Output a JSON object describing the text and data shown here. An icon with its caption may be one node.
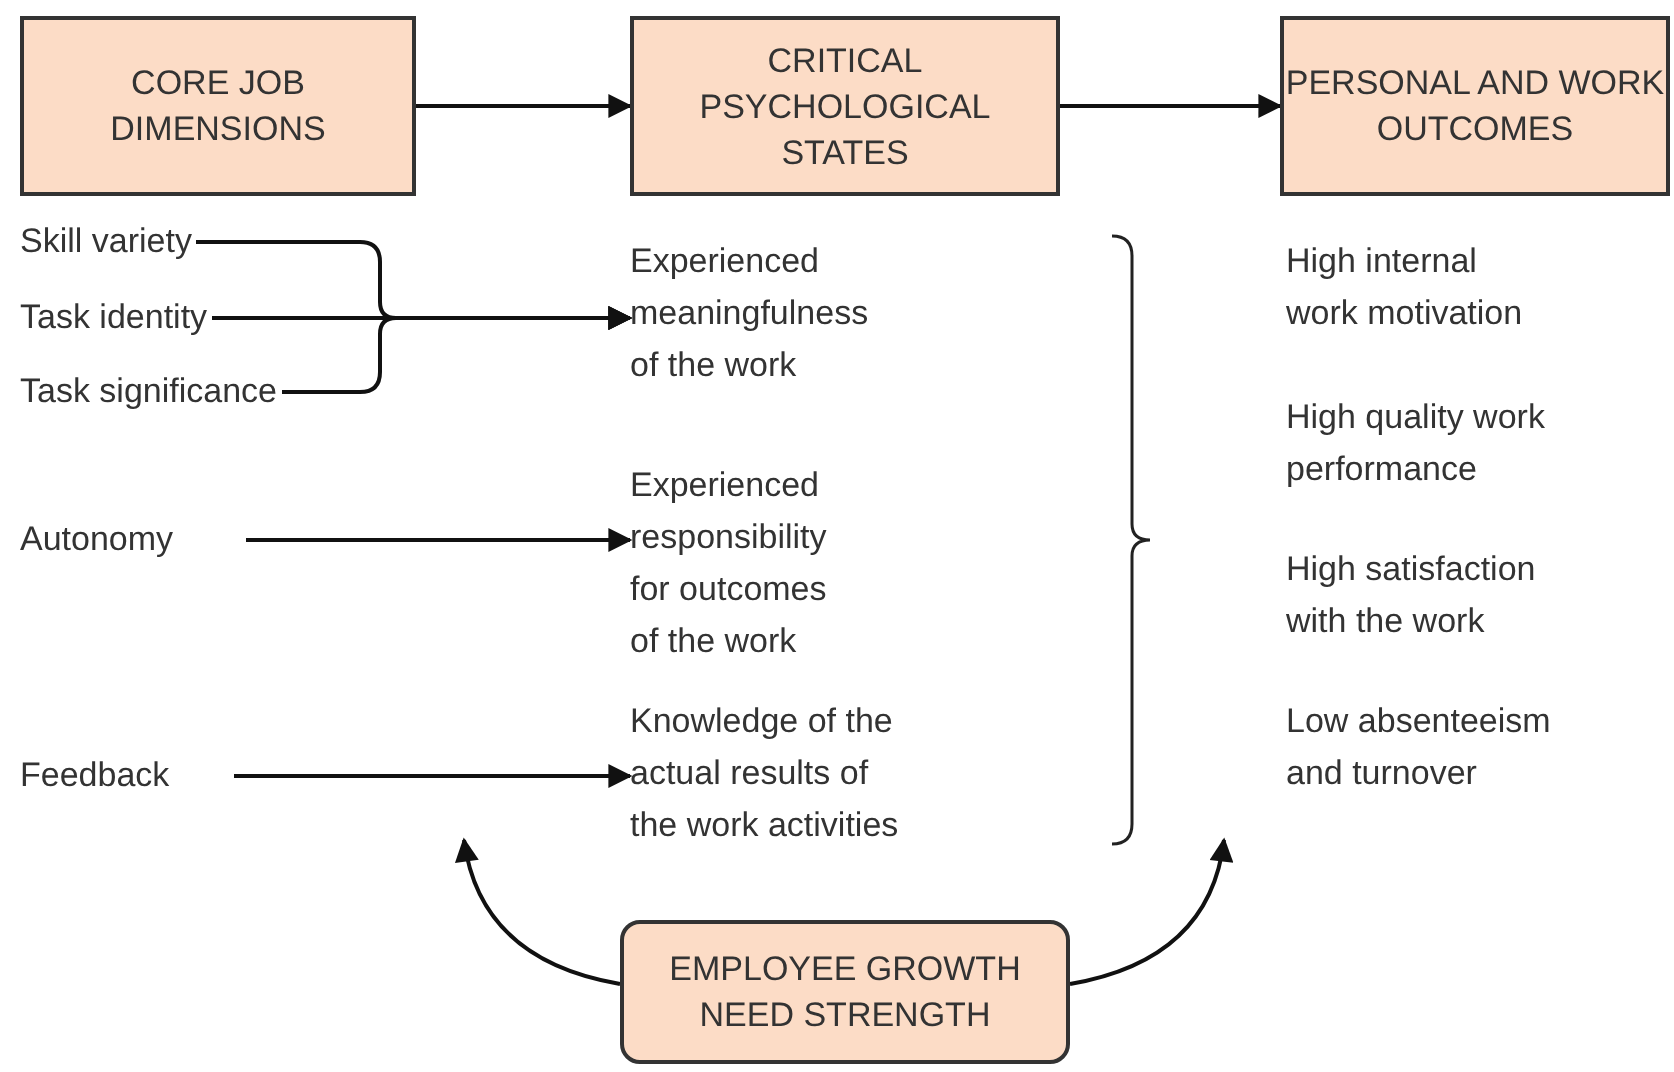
{
  "diagram": {
    "nodes": [
      {
        "text": [
          "CORE JOB DIMENSIONS"
        ]
      },
      {
        "text": [
          "CRITICAL PSYCHOLOGICAL STATES"
        ]
      },
      {
        "text": [
          "PERSONAL AND WORK OUTCOMES"
        ]
      },
      {
        "text": [
          "Skill variety"
        ]
      },
      {
        "text": [
          "Task identity"
        ]
      },
      {
        "text": [
          "Task significance"
        ]
      },
      {
        "text": [
          "Experienced meaningfulness of the work"
        ]
      },
      {
        "text": [
          "Autonomy"
        ]
      },
      {
        "text": [
          "Experienced responsibility for outcomes of the work"
        ]
      },
      {
        "text": [
          "Feedback"
        ]
      },
      {
        "text": [
          "Knowledge of the actual results of the work activities"
        ]
      },
      {
        "text": [
          "High internal work motivation"
        ]
      },
      {
        "text": [
          "High quality work performance"
        ]
      },
      {
        "text": [
          "High satisfaction with the work"
        ]
      },
      {
        "text": [
          "Low absenteeism and turnover"
        ]
      },
      {
        "text": [
          "EMPLOYEE GROWTH NEED STRENGTH"
        ]
      }
    ],
    "edges": [
      {
        "from": 0,
        "to": 1,
        "arrow": "to"
      },
      {
        "from": 1,
        "to": 2,
        "arrow": "to"
      },
      {
        "from": 3,
        "to": 6,
        "arrow": "to"
      },
      {
        "from": 4,
        "to": 6,
        "arrow": "to"
      },
      {
        "from": 5,
        "to": 6,
        "arrow": "to"
      },
      {
        "from": 7,
        "to": 8,
        "arrow": "to"
      },
      {
        "from": 9,
        "to": 10,
        "arrow": "to"
      },
      {
        "from": 15,
        "to": null,
        "arrow": "to"
      },
      {
        "from": 15,
        "to": null,
        "arrow": "to"
      }
    ]
  }
}
